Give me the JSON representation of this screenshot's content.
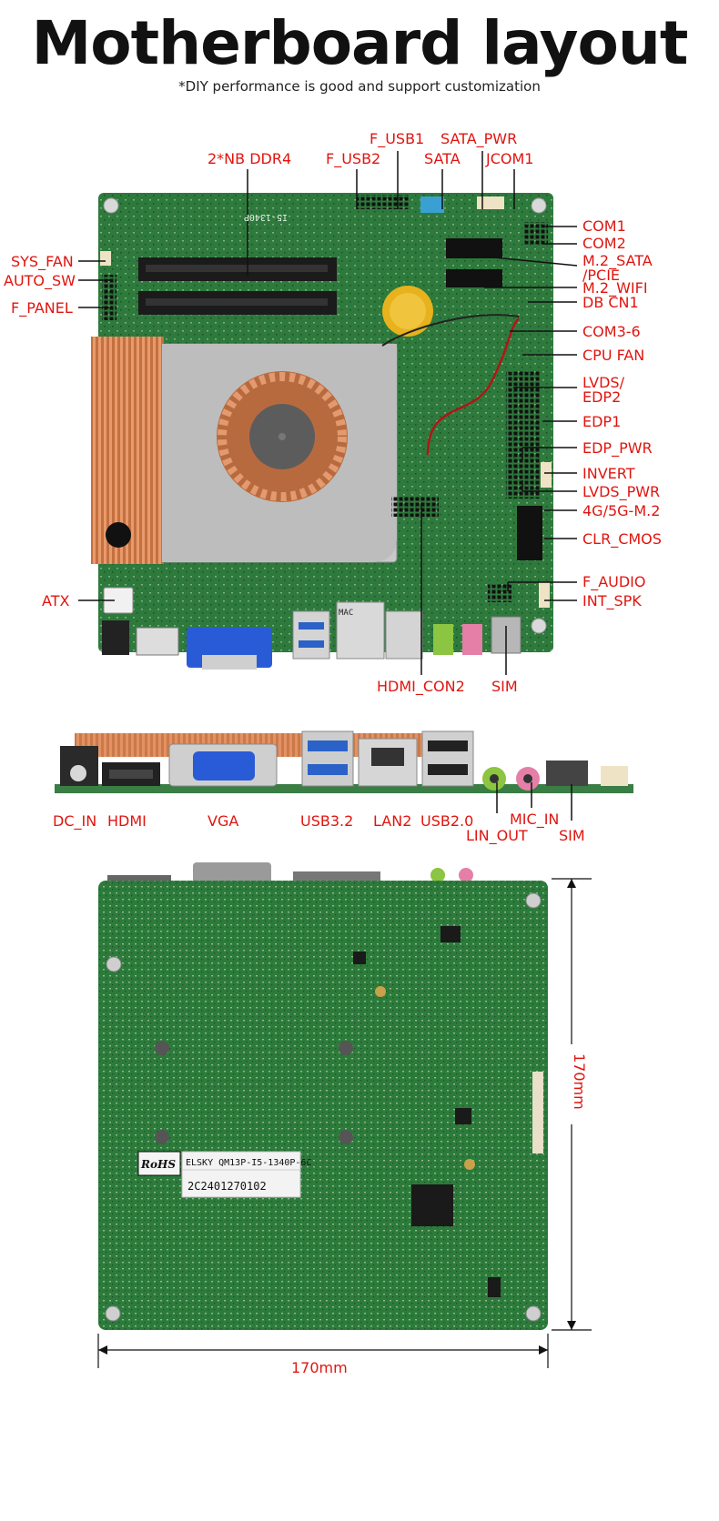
{
  "header": {
    "title": "Motherboard layout",
    "subtitle": "*DIY performance is good and support customization"
  },
  "top_view": {
    "labels": {
      "f_usb1": "F_USB1",
      "sata_pwr": "SATA_PWR",
      "ddr4": "2*NB DDR4",
      "f_usb2": "F_USB2",
      "sata": "SATA",
      "jcom1": "JCOM1",
      "com1": "COM1",
      "com2": "COM2",
      "m2_sata": "M.2_SATA",
      "pcie": "/PCIE",
      "m2_wifi": "M.2_WIFI",
      "db_cn1": "DB CN1",
      "com3_6": "COM3-6",
      "cpu_fan": "CPU FAN",
      "lvds": "LVDS/",
      "edp2": "EDP2",
      "edp1": "EDP1",
      "edp_pwr": "EDP_PWR",
      "invert": "INVERT",
      "lvds_pwr": "LVDS_PWR",
      "m2_4g5g": "4G/5G-M.2",
      "clr_cmos": "CLR_CMOS",
      "f_audio": "F_AUDIO",
      "int_spk": "INT_SPK",
      "sys_fan": "SYS_FAN",
      "auto_sw": "AUTO_SW",
      "f_panel": "F_PANEL",
      "atx": "ATX",
      "hdmi_con2": "HDMI_CON2",
      "sim": "SIM"
    },
    "board_text": {
      "model": "I5-1340P",
      "mac": "MAC"
    }
  },
  "side_view": {
    "labels": {
      "dc_in": "DC_IN",
      "hdmi": "HDMI",
      "vga": "VGA",
      "usb32": "USB3.2",
      "lan2": "LAN2",
      "usb20": "USB2.0",
      "lin_out": "LIN_OUT",
      "mic_in": "MIC_IN",
      "sim": "SIM"
    }
  },
  "bottom_view": {
    "rohs": "RoHS",
    "sticker_line1": "ELSKY QM13P-I5-1340P-6C",
    "sticker_line2": "2C2401270102",
    "dim_height": "170mm",
    "dim_width": "170mm"
  },
  "colors": {
    "label_red": "#e0150f",
    "pcb_green": "#2d7a3c",
    "copper": "#d9865a"
  }
}
